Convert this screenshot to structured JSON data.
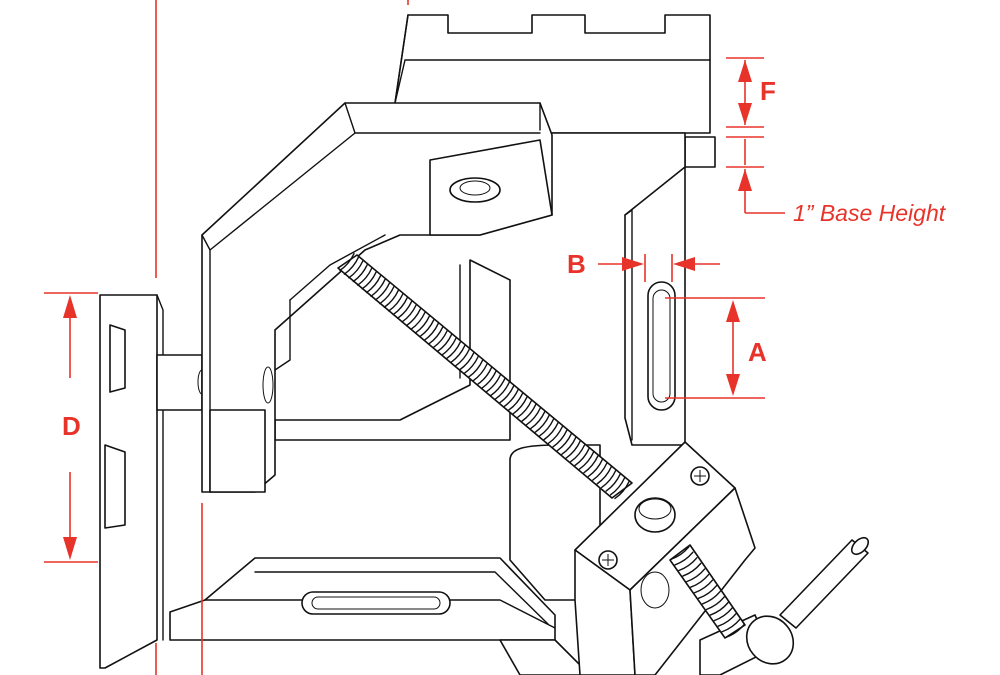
{
  "dimensions": {
    "a": "A",
    "b": "B",
    "d": "D",
    "f": "F",
    "base_height": "1” Base Height"
  },
  "colors": {
    "dimension": "#e8332a",
    "outline": "#111111",
    "fill": "#ffffff"
  }
}
